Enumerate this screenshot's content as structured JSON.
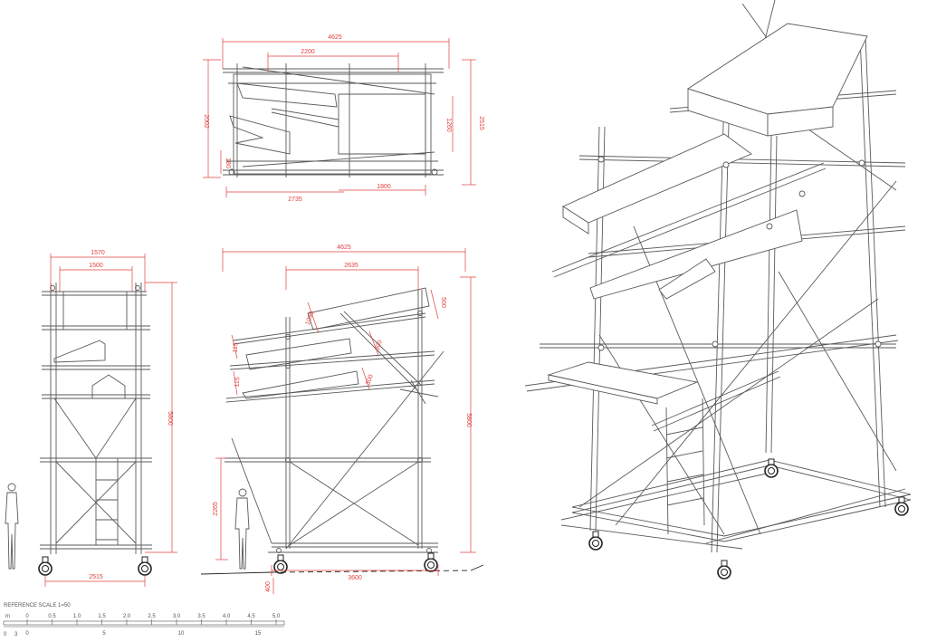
{
  "colors": {
    "line": "#5a5a5a",
    "dimension": "#e0403f",
    "background": "#ffffff"
  },
  "plan": {
    "top_overall": "4625",
    "top_upper": "2200",
    "left_depth": "2002",
    "left_small": "180",
    "right_inner": "1260",
    "right_overall": "2515",
    "bottom_left": "2735",
    "bottom_right": "1800"
  },
  "front": {
    "top_overall": "1570",
    "top_inner": "1500",
    "height": "5800",
    "base": "2515"
  },
  "side": {
    "top_overall": "4625",
    "top_upper": "2635",
    "chute_a": "500",
    "chute_b": "1090",
    "chute_c": "300",
    "chute_d": "115",
    "chute_e": "300",
    "chute_f": "115",
    "height": "5800",
    "platform": "2265",
    "base": "3600",
    "wheel": "400"
  },
  "scale": {
    "title": "REFERENCE SCALE  1=50",
    "ft_marks": [
      "0",
      "0.5",
      "1.0",
      "1.5",
      "2.0",
      "2.5",
      "3.0",
      "3.5",
      "4.0",
      "4.5",
      "5.0"
    ],
    "m_marks": [
      "0",
      "5",
      "10",
      "15"
    ],
    "left_unit": "m",
    "small_marks": [
      "0",
      "3"
    ]
  }
}
